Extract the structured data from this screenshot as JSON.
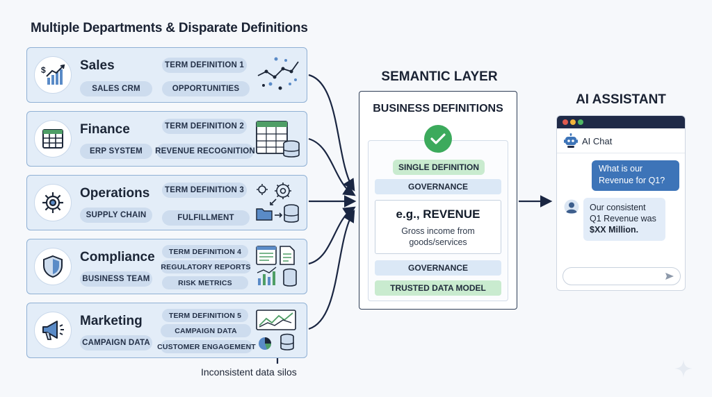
{
  "title": "Multiple Departments & Disparate Definitions",
  "departments": [
    {
      "name": "Sales",
      "icon": "sales-chart-icon",
      "tags": [
        "TERM DEFINITION 1",
        "SALES CRM",
        "OPPORTUNITIES"
      ]
    },
    {
      "name": "Finance",
      "icon": "spreadsheet-icon",
      "tags": [
        "TERM DEFINITION 2",
        "ERP SYSTEM",
        "REVENUE RECOGNITION"
      ]
    },
    {
      "name": "Operations",
      "icon": "gear-icon",
      "tags": [
        "TERM DEFINITION 3",
        "SUPPLY CHAIN",
        "FULFILLMENT"
      ]
    },
    {
      "name": "Compliance",
      "icon": "shield-icon",
      "tags": [
        "TERM DEFINITION 4",
        "REGULATORY REPORTS",
        "BUSINESS TEAM",
        "RISK METRICS"
      ]
    },
    {
      "name": "Marketing",
      "icon": "megaphone-icon",
      "tags": [
        "TERM DEFINITION 5",
        "CAMPAIGN DATA",
        "CAMPAIGN DATA",
        "CUSTOMER ENGAGEMENT"
      ]
    }
  ],
  "semantic": {
    "title": "SEMANTIC LAYER",
    "box_title": "BUSINESS DEFINITIONS",
    "single": "SINGLE DEFINITION",
    "governance_1": "GOVERNANCE",
    "rev_title": "e.g., REVENUE",
    "rev_desc": "Gross income from goods/services",
    "governance_2": "GOVERNANCE",
    "trusted": "TRUSTED DATA MODEL"
  },
  "ai": {
    "title": "AI ASSISTANT",
    "chat_label": "AI Chat",
    "user_msg": "What is our Revenue for Q1?",
    "bot_msg_pre": "Our consistent Q1 Revenue was",
    "bot_msg_bold": "$XX Million.",
    "input_placeholder": ""
  },
  "caption": "Inconsistent data silos",
  "colors": {
    "panel": "#e3edf8",
    "panel_border": "#8fb0d4",
    "pill": "#cddcee",
    "green": "#3caa5c",
    "accent_blue": "#3d74b8",
    "navy": "#1f2a47"
  }
}
